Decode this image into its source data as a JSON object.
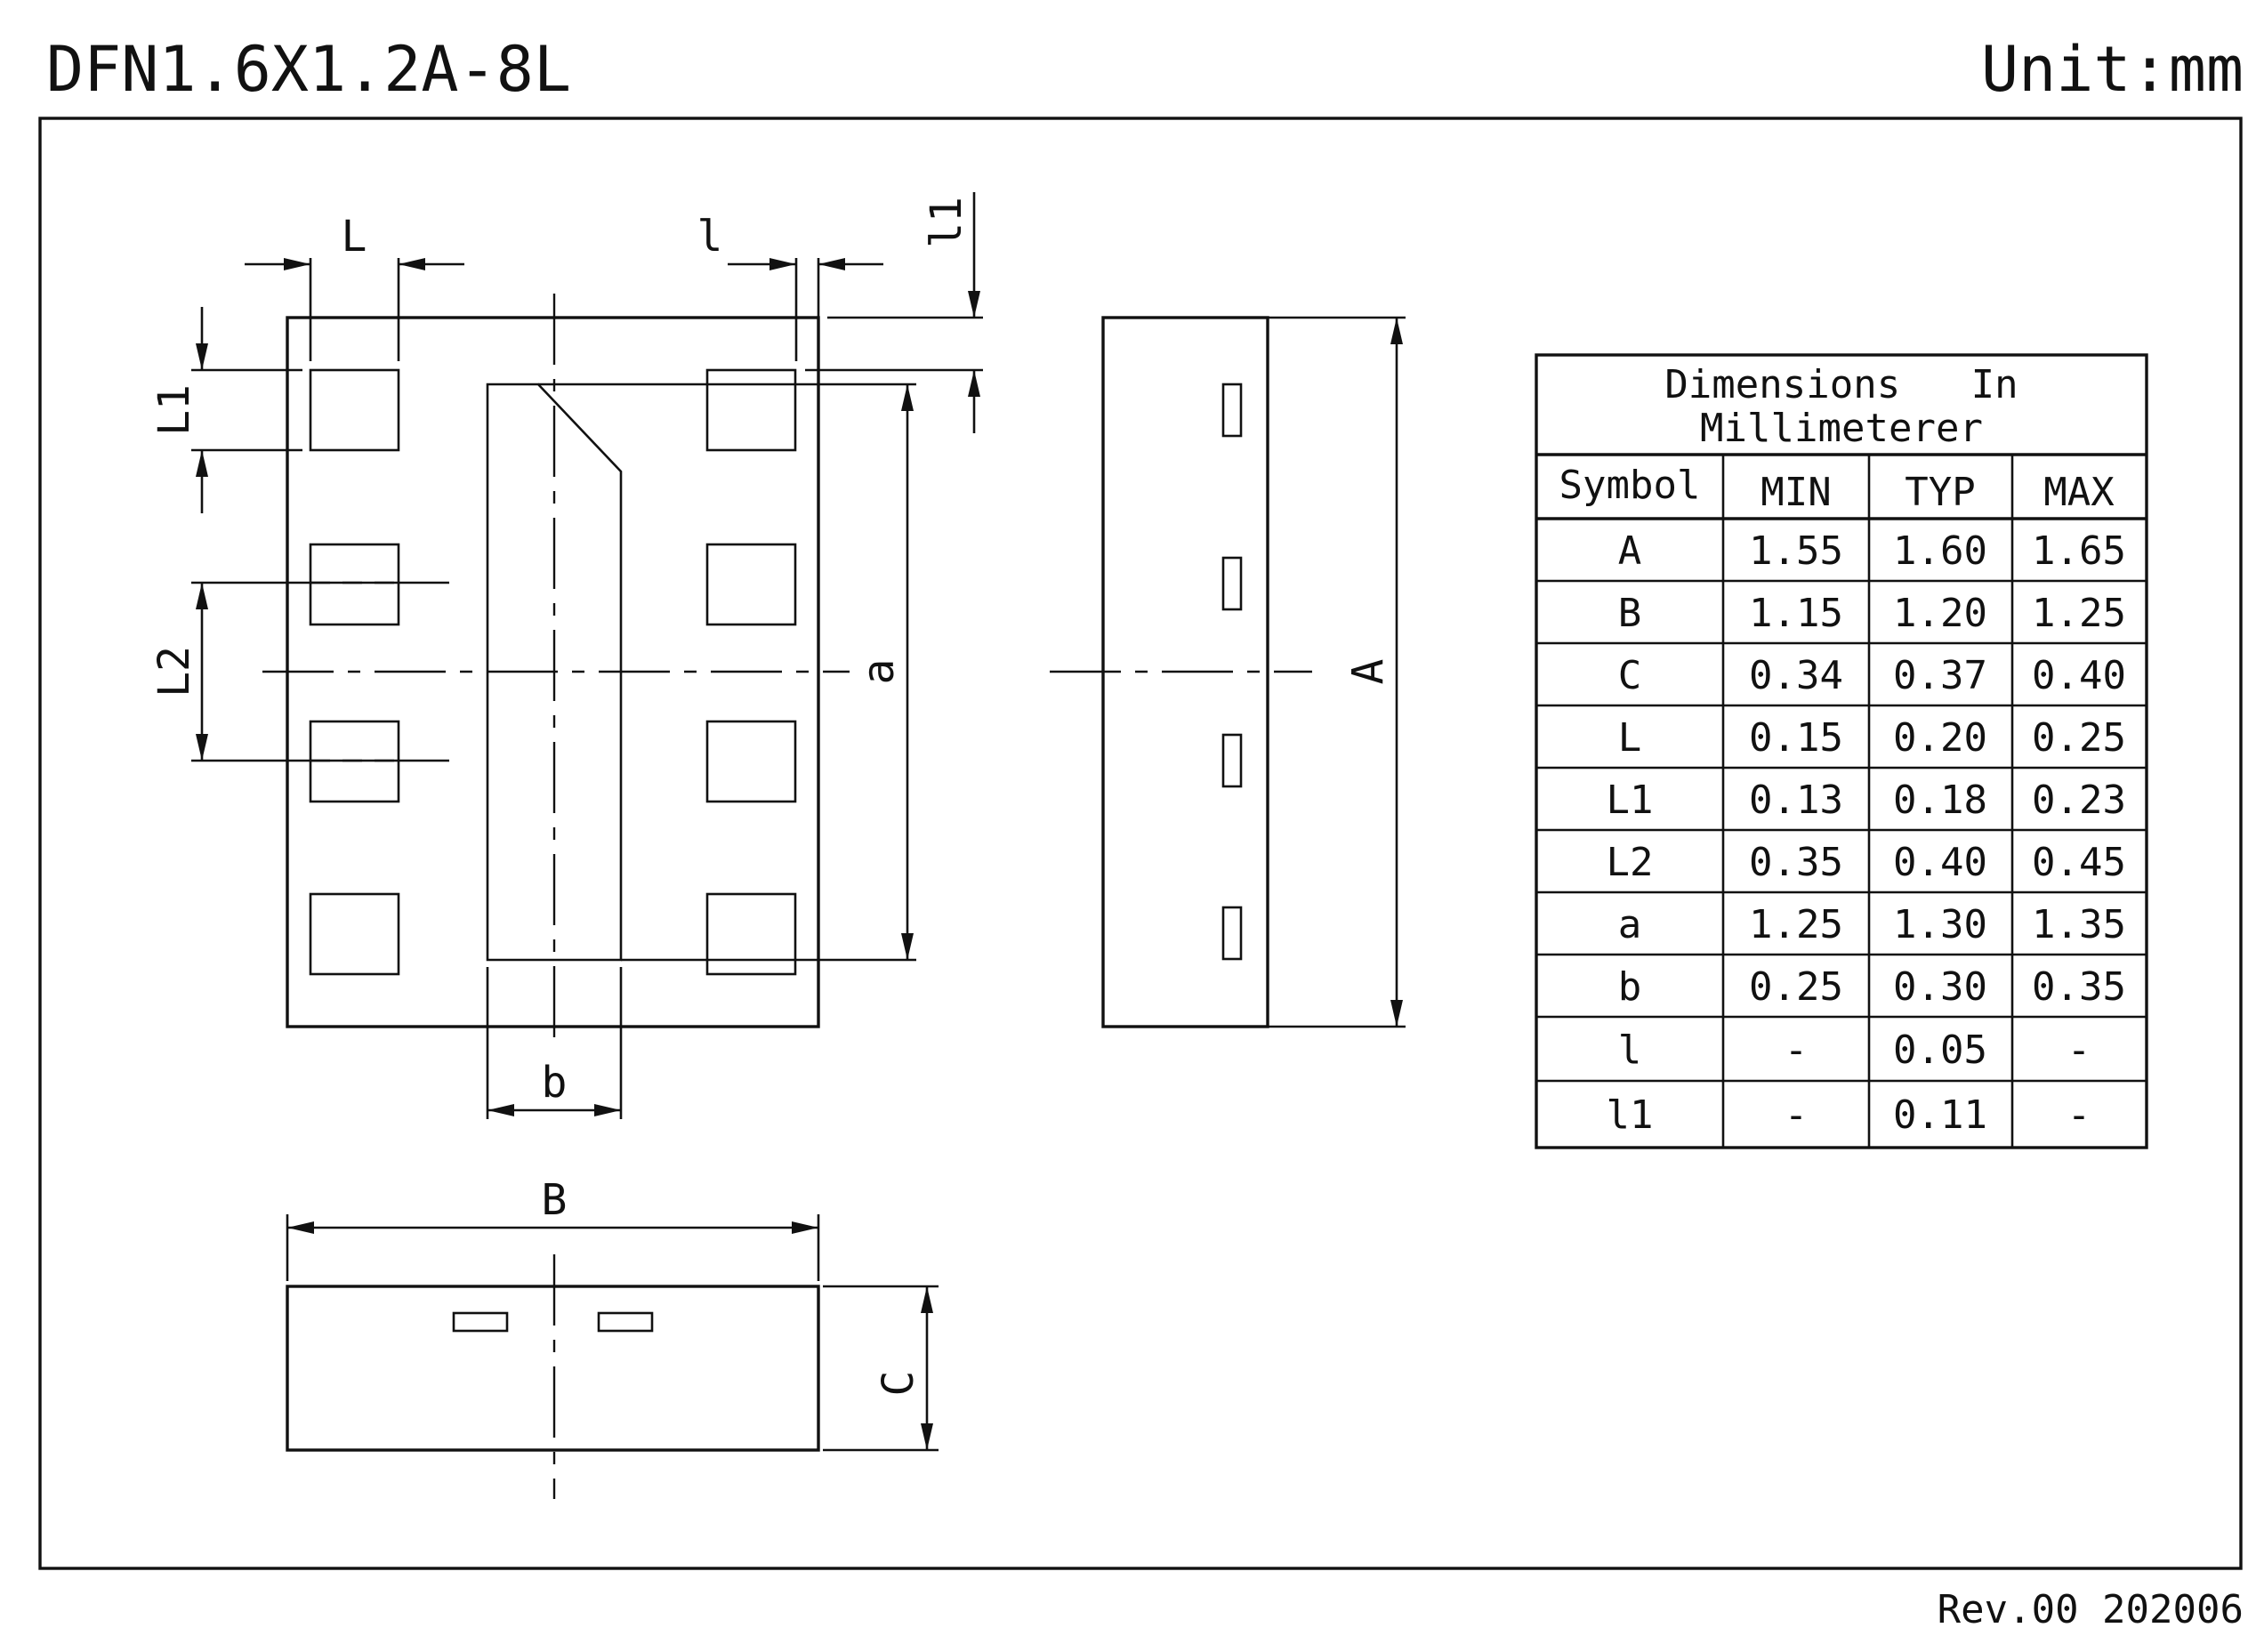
{
  "header": {
    "package_name": "DFN1.6X1.2A-8L",
    "unit_label": "Unit:mm"
  },
  "footer": {
    "revision": "Rev.00 202006"
  },
  "labels": {
    "L": "L",
    "l": "l",
    "l1": "l1",
    "L1": "L1",
    "L2": "L2",
    "a": "a",
    "b": "b",
    "A": "A",
    "B": "B",
    "C": "C"
  },
  "table": {
    "title_line1": "Dimensions   In",
    "title_line2": "Millimeterer",
    "headers": [
      "Symbol",
      "MIN",
      "TYP",
      "MAX"
    ],
    "rows": [
      {
        "symbol": "A",
        "min": "1.55",
        "typ": "1.60",
        "max": "1.65"
      },
      {
        "symbol": "B",
        "min": "1.15",
        "typ": "1.20",
        "max": "1.25"
      },
      {
        "symbol": "C",
        "min": "0.34",
        "typ": "0.37",
        "max": "0.40"
      },
      {
        "symbol": "L",
        "min": "0.15",
        "typ": "0.20",
        "max": "0.25"
      },
      {
        "symbol": "L1",
        "min": "0.13",
        "typ": "0.18",
        "max": "0.23"
      },
      {
        "symbol": "L2",
        "min": "0.35",
        "typ": "0.40",
        "max": "0.45"
      },
      {
        "symbol": "a",
        "min": "1.25",
        "typ": "1.30",
        "max": "1.35"
      },
      {
        "symbol": "b",
        "min": "0.25",
        "typ": "0.30",
        "max": "0.35"
      },
      {
        "symbol": "l",
        "min": "-",
        "typ": "0.05",
        "max": "-"
      },
      {
        "symbol": "l1",
        "min": "-",
        "typ": "0.11",
        "max": "-"
      }
    ]
  }
}
